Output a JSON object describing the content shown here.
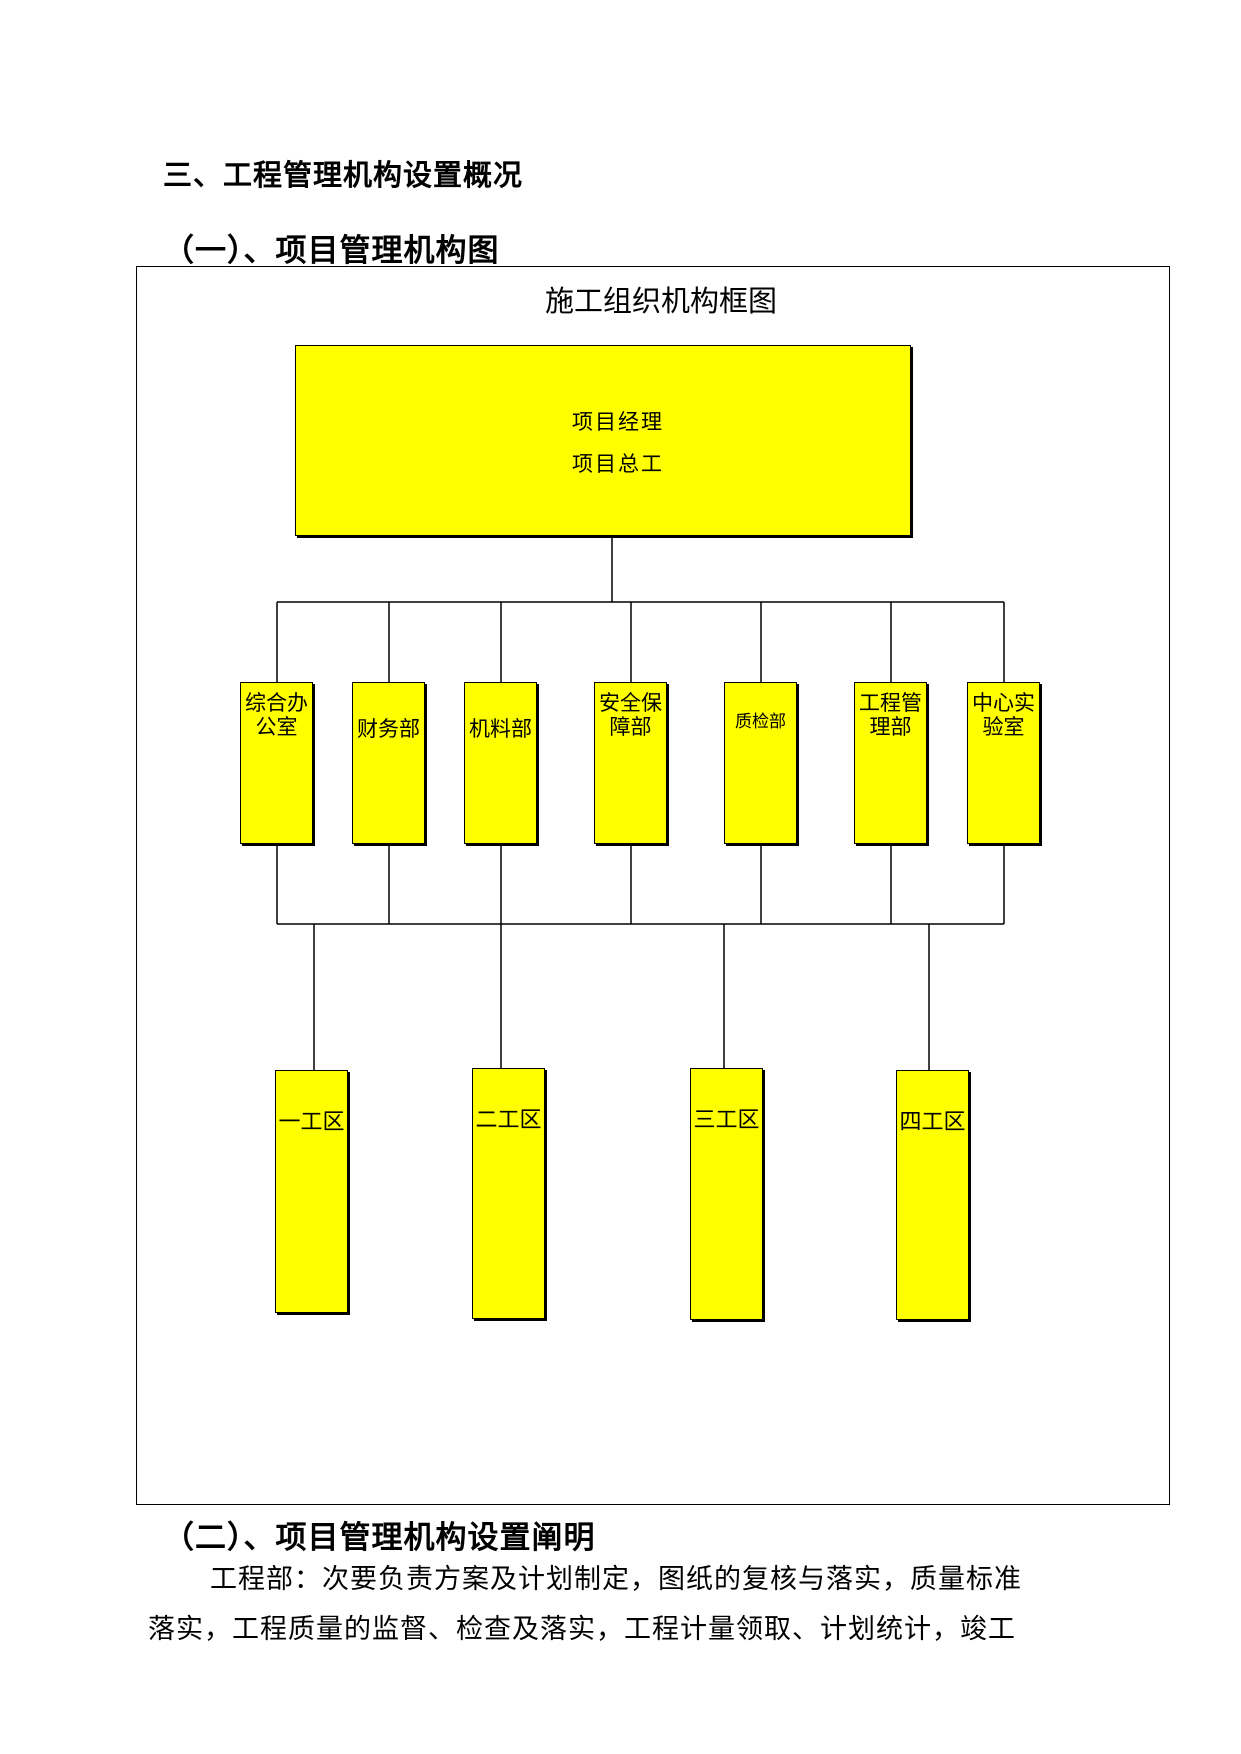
{
  "section_title": "三、工程管理机构设置概况",
  "subsection_1": "（一）、项目管理机构图",
  "org_chart": {
    "title": "施工组织机构框图",
    "top": {
      "line1": "项目经理",
      "line2": "项目总工"
    },
    "departments": [
      "综合办公室",
      "财务部",
      "机料部",
      "安全保障部",
      "质检部",
      "工程管理部",
      "中心实验室"
    ],
    "work_zones": [
      "一工区",
      "二工区",
      "三工区",
      "四工区"
    ],
    "box_color": "#ffff00"
  },
  "subsection_2": "（二）、项目管理机构设置阐明",
  "paragraph": {
    "line1": "工程部：次要负责方案及计划制定，图纸的复核与落实，质量标准",
    "line2": "落实，工程质量的监督、检查及落实，工程计量领取、计划统计，竣工"
  }
}
